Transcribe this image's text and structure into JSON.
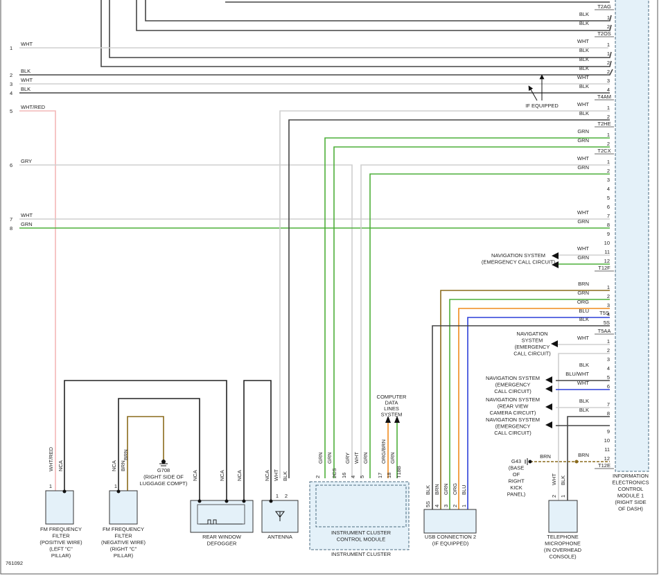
{
  "diagram_id": "761092",
  "left_wire_numbers": [
    "1",
    "2",
    "3",
    "4",
    "5",
    "6",
    "7",
    "8"
  ],
  "left_wire_colors": [
    "WHT",
    "BLK",
    "WHT",
    "BLK",
    "WHT/RED",
    "GRY",
    "WHT",
    "GRN"
  ],
  "connectors": [
    "T2AG",
    "T2OS",
    "T4AM",
    "T2HE",
    "T2CX",
    "T12F",
    "T5S",
    "T5AA",
    "T12E"
  ],
  "right_pins": {
    "t2ag": [
      {
        "color": "BLK",
        "pin": "1"
      },
      {
        "color": "BLK",
        "pin": "2"
      }
    ],
    "t2os": [
      {
        "color": "WHT",
        "pin": "1"
      },
      {
        "color": "BLK",
        "pin": "1"
      },
      {
        "color": "BLK",
        "pin": "2"
      }
    ],
    "t4am": [
      {
        "color": "BLK",
        "pin": "2"
      },
      {
        "color": "WHT",
        "pin": "3"
      },
      {
        "color": "BLK",
        "pin": "4"
      }
    ],
    "t2he": [
      {
        "color": "WHT",
        "pin": "1"
      },
      {
        "color": "BLK",
        "pin": "2"
      }
    ],
    "t2cx": [
      {
        "color": "GRN",
        "pin": "1"
      },
      {
        "color": "GRN",
        "pin": "2"
      }
    ],
    "t12f": [
      {
        "color": "WHT",
        "pin": "1"
      },
      {
        "color": "GRN",
        "pin": "2"
      },
      {
        "color": "",
        "pin": "3"
      },
      {
        "color": "",
        "pin": "4"
      },
      {
        "color": "",
        "pin": "5"
      },
      {
        "color": "",
        "pin": "6"
      },
      {
        "color": "WHT",
        "pin": "7"
      },
      {
        "color": "GRN",
        "pin": "8"
      },
      {
        "color": "",
        "pin": "9"
      },
      {
        "color": "",
        "pin": "10"
      },
      {
        "color": "WHT",
        "pin": "11"
      },
      {
        "color": "GRN",
        "pin": "12"
      }
    ],
    "t5s": [
      {
        "color": "BRN",
        "pin": "1"
      },
      {
        "color": "GRN",
        "pin": "2"
      },
      {
        "color": "ORG",
        "pin": "3"
      },
      {
        "color": "BLU",
        "pin": "4"
      },
      {
        "color": "BLK",
        "pin": "5S"
      }
    ],
    "t12e": [
      {
        "color": "WHT",
        "pin": "1"
      },
      {
        "color": "",
        "pin": "2"
      },
      {
        "color": "",
        "pin": "3"
      },
      {
        "color": "BLK",
        "pin": "4"
      },
      {
        "color": "BLU/WHT",
        "pin": "5"
      },
      {
        "color": "WHT",
        "pin": "6"
      },
      {
        "color": "BLK",
        "pin": "7"
      },
      {
        "color": "BLK",
        "pin": "8"
      },
      {
        "color": "",
        "pin": "9"
      },
      {
        "color": "",
        "pin": "10"
      },
      {
        "color": "",
        "pin": "11"
      },
      {
        "color": "BRN",
        "pin": "12"
      }
    ]
  },
  "if_equipped": "IF EQUIPPED",
  "nav_labels": {
    "nav_emergency_1": [
      "NAVIGATION SYSTEM",
      "(EMERGENCY CALL CIRCUIT)"
    ],
    "nav_emergency_2": [
      "NAVIGATION",
      "SYSTEM",
      "(EMERGENCY",
      "CALL CIRCUIT)"
    ],
    "nav_emergency_3": [
      "NAVIGATION SYSTEM",
      "(EMERGENCY",
      "CALL CIRCUIT)"
    ],
    "nav_rear_camera": [
      "NAVIGATION SYSTEM",
      "(REAR VIEW",
      "CAMERA CIRCUIT)"
    ],
    "nav_emergency_4": [
      "NAVIGATION SYSTEM",
      "(EMERGENCY",
      "CALL CIRCUIT)"
    ]
  },
  "data_lines_label": [
    "COMPUTER",
    "DATA",
    "LINES",
    "SYSTEM"
  ],
  "ground_g43": [
    "G43",
    "(BASE",
    "OF",
    "RIGHT",
    "KICK",
    "PANEL)"
  ],
  "ground_g708": [
    "G708",
    "(RIGHT SIDE OF",
    "LUGGAGE COMPT)"
  ],
  "module_label": [
    "INFORMATION",
    "ELECTRONICS",
    "CONTROL",
    "MODULE 1",
    "(RIGHT SIDE",
    "OF DASH)"
  ],
  "components": {
    "fm_pos": [
      "FM FREQUENCY",
      "FILTER",
      "(POSITIVE WIRE)",
      "(LEFT \"C\"",
      "PILLAR)"
    ],
    "fm_neg": [
      "FM FREQUENCY",
      "FILTER",
      "(NEGATIVE WIRE)",
      "(RIGHT \"C\"",
      "PILLAR)"
    ],
    "defogger": [
      "REAR WINDOW",
      "DEFOGGER"
    ],
    "antenna": [
      "ANTENNA"
    ],
    "ic_module": [
      "INSTRUMENT CLUSTER",
      "CONTROL MODULE"
    ],
    "ic": [
      "INSTRUMENT CLUSTER"
    ],
    "usb": [
      "USB CONNECTION 2",
      "(IF EQUIPPED)"
    ],
    "mic": [
      "TELEPHONE",
      "MICROPHONE",
      "(IN OVERHEAD",
      "CONSOLE)"
    ]
  },
  "vertical_wire_labels": {
    "fm_pos": [
      "WHT/RED",
      "NCA"
    ],
    "fm_neg": [
      "NCA",
      "BRN"
    ],
    "ground_brn": "BRN",
    "defogger": [
      "NCA",
      "NCA",
      "NCA"
    ],
    "antenna": [
      "NCA",
      "WHT",
      "BLK"
    ],
    "ic": [
      "GRN",
      "GRN",
      "GRY",
      "WHT",
      "GRN",
      "ORG/BRN",
      "GRN"
    ],
    "ic_pins": [
      "2",
      "2CS",
      "16",
      "4",
      "5",
      "17",
      "18",
      "T18B"
    ],
    "usb": [
      "BLK",
      "BRN",
      "GRN",
      "ORG",
      "BLU"
    ],
    "usb_pins": [
      "5S",
      "4",
      "3",
      "2",
      "1"
    ],
    "mic": [
      "WHT",
      "BLK"
    ],
    "mic_pins": [
      "2",
      "1"
    ],
    "antenna_pins": [
      "1",
      "2"
    ],
    "fm_pins": [
      "1",
      "1"
    ],
    "ground_brn_g43": "BRN"
  }
}
